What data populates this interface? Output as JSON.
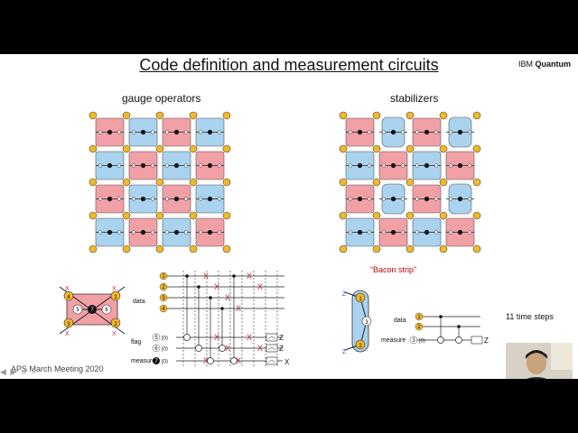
{
  "slide": {
    "title": "Code definition and measurement circuits",
    "brand_ibm": "IBM",
    "brand_quantum": "Quantum",
    "left_heading": "gauge operators",
    "right_heading": "stabilizers",
    "bacon_label": "“Bacon strip”",
    "time_steps": "11 time steps",
    "footer": "APS March Meeting 2020",
    "nav_icons": "◀ ▶ ↺ ⌕"
  },
  "circuit_left": {
    "data_label": "data",
    "flag_label": "flag",
    "measure_label": "measure",
    "data_qubits": [
      "1",
      "2",
      "3",
      "4"
    ],
    "flag_qubits": [
      "5",
      "6"
    ],
    "measure_qubit": "7",
    "ket0": "|0⟩",
    "z_label": "Z",
    "x_label": "X",
    "x_gate": "X"
  },
  "circuit_right": {
    "data_label": "data",
    "measure_label": "measure",
    "data_qubits": [
      "1",
      "2"
    ],
    "measure_qubit": "3",
    "ket0": "|0⟩",
    "z_label": "Z"
  },
  "plaquette_left": {
    "nodes": [
      "4",
      "1",
      "5",
      "7",
      "6",
      "3",
      "2"
    ],
    "corner_label": "X"
  },
  "plaquette_right": {
    "nodes": [
      "1",
      "3",
      "2"
    ],
    "corner_label": "Z"
  },
  "colors": {
    "red_plaquette": "#f1a0a6",
    "blue_plaquette": "#a9d3ee",
    "qubit_yellow": "#f3b72a",
    "x_red": "#c0283a"
  }
}
